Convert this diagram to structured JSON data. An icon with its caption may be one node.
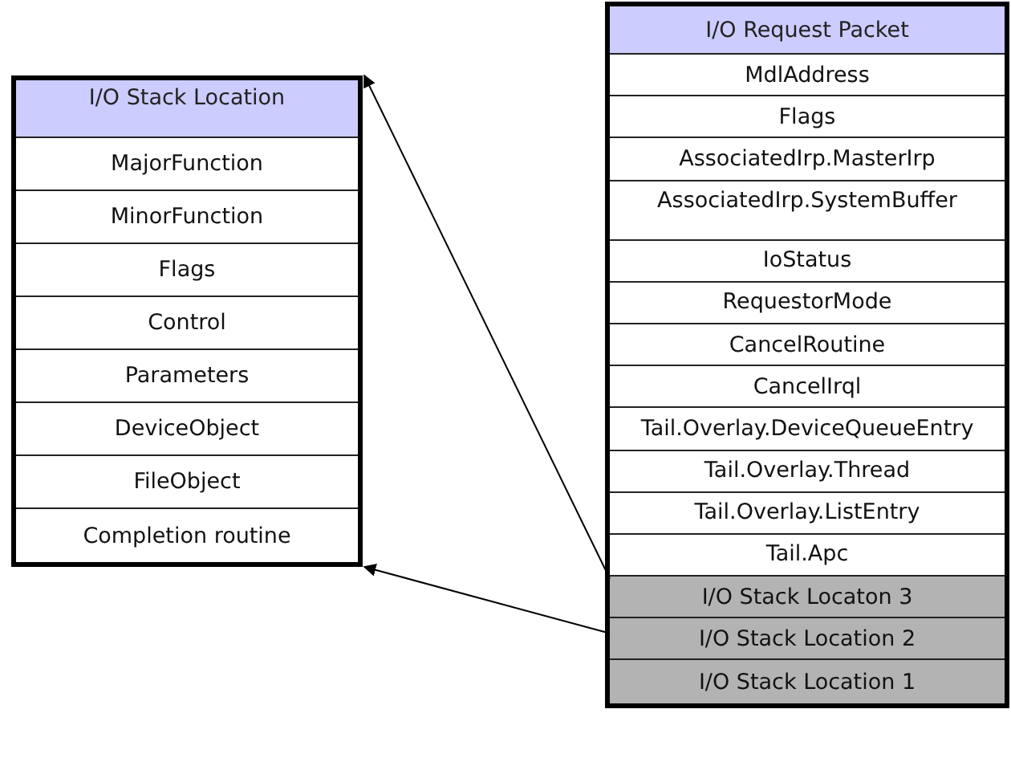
{
  "diagram": {
    "nodes": [
      {
        "text": [
          "I/O Stack Location"
        ]
      },
      {
        "text": [
          "MajorFunction"
        ],
        "in": 0
      },
      {
        "text": [
          "MinorFunction"
        ],
        "in": 0
      },
      {
        "text": [
          "Flags"
        ],
        "in": 0
      },
      {
        "text": [
          "Control"
        ],
        "in": 0
      },
      {
        "text": [
          "Parameters"
        ],
        "in": 0
      },
      {
        "text": [
          "DeviceObject"
        ],
        "in": 0
      },
      {
        "text": [
          "FileObject"
        ],
        "in": 0
      },
      {
        "text": [
          "Completion routine"
        ],
        "in": 0
      },
      {
        "text": [
          "I/O Request Packet"
        ]
      },
      {
        "text": [
          "MdlAddress"
        ],
        "in": 9
      },
      {
        "text": [
          "Flags"
        ],
        "in": 9
      },
      {
        "text": [
          "AssociatedIrp.MasterIrp"
        ],
        "in": 9
      },
      {
        "text": [
          "AssociatedIrp.SystemBuffer"
        ],
        "in": 9
      },
      {
        "text": [
          "IoStatus"
        ],
        "in": 9
      },
      {
        "text": [
          "RequestorMode"
        ],
        "in": 9
      },
      {
        "text": [
          "CancelRoutine"
        ],
        "in": 9
      },
      {
        "text": [
          "CancelIrql"
        ],
        "in": 9
      },
      {
        "text": [
          "Tail.Overlay.DeviceQueueEntry"
        ],
        "in": 9
      },
      {
        "text": [
          "Tail.Overlay.Thread"
        ],
        "in": 9
      },
      {
        "text": [
          "Tail.Overlay.ListEntry"
        ],
        "in": 9
      },
      {
        "text": [
          "Tail.Apc"
        ],
        "in": 9
      },
      {
        "text": [
          "I/O Stack Locaton 3"
        ],
        "in": 9
      },
      {
        "text": [
          "I/O Stack Location 2"
        ],
        "in": 9
      },
      {
        "text": [
          "I/O Stack Location 1"
        ],
        "in": 9
      }
    ],
    "edges": [
      {
        "from": 22,
        "to": 0,
        "arrow": "to"
      },
      {
        "from": 23,
        "to": 0,
        "arrow": "to"
      }
    ]
  }
}
